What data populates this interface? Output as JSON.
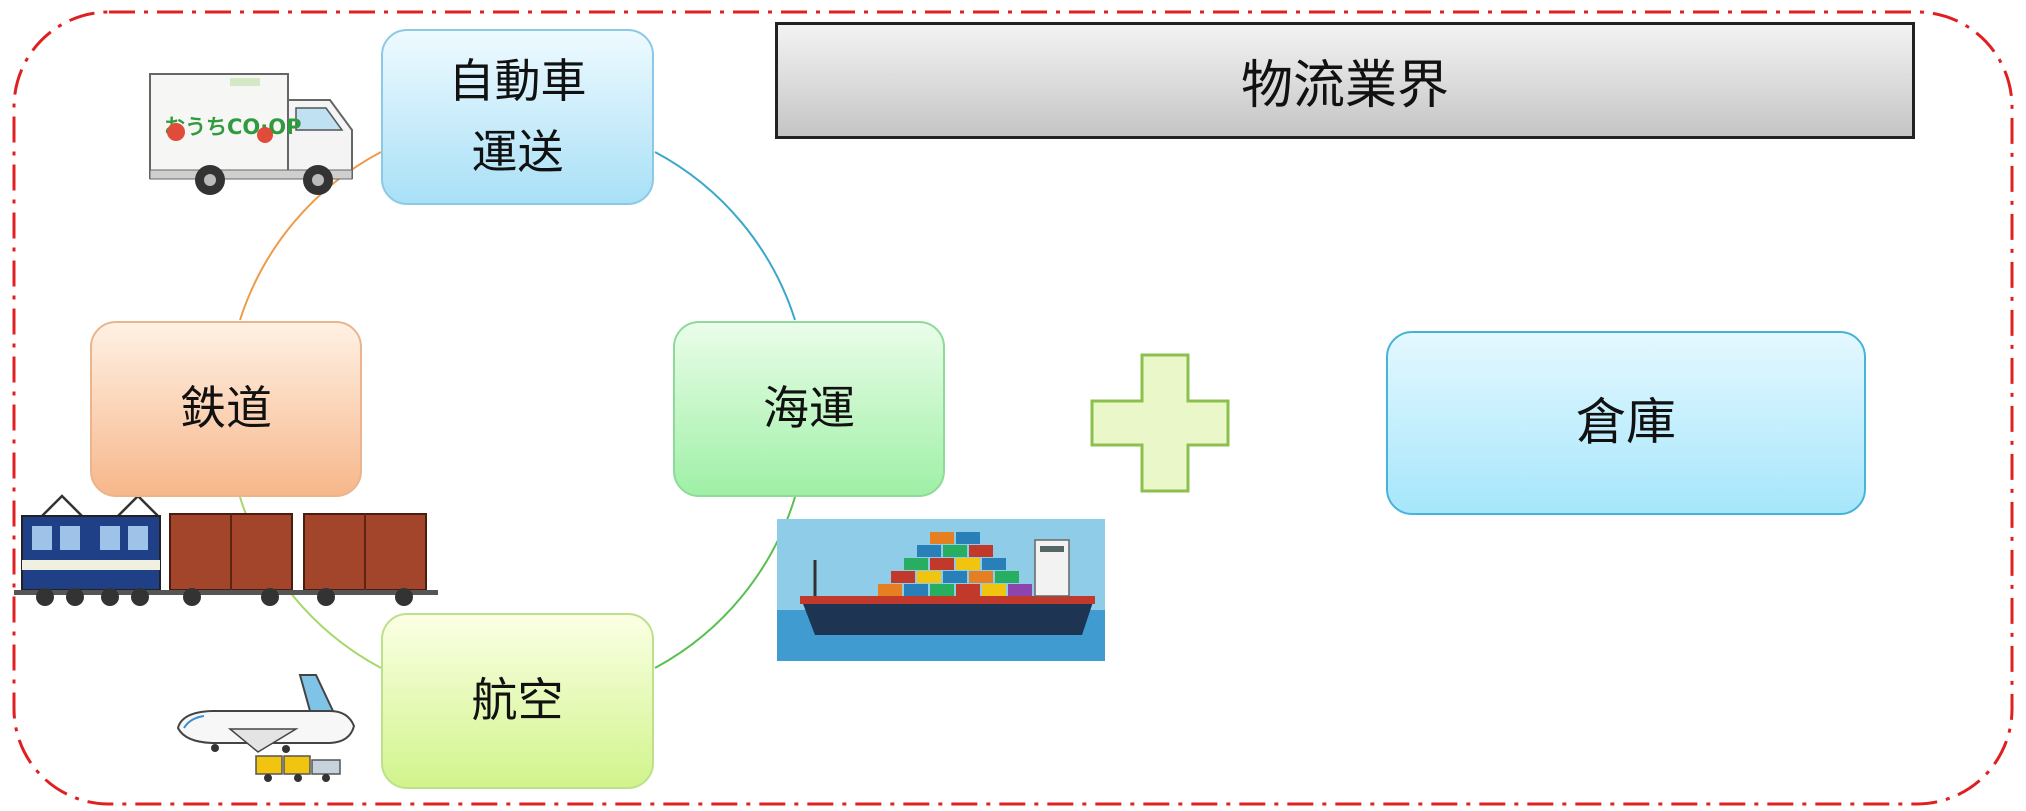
{
  "title": "物流業界",
  "modes": {
    "truck": [
      "自動車",
      "運送"
    ],
    "rail": "鉄道",
    "sea": "海運",
    "air": "航空"
  },
  "plus_symbol": "plus",
  "warehouse": "倉庫",
  "truck_logo": "おうちCO·OP",
  "colors": {
    "frame_dashdot": "#e02020",
    "truck_box": "#a9e0f7",
    "rail_box": "#f7b78b",
    "sea_box": "#9ff0a6",
    "air_box": "#d1f48c",
    "warehouse_box": "#a6e6fb",
    "plus_fill": "#eaf7c9",
    "plus_stroke": "#8cc04e",
    "arc_truck_sea": "#3aa7cc",
    "arc_sea_air": "#57c04f",
    "arc_air_rail": "#a4d86a",
    "arc_rail_truck": "#ef9a4a"
  },
  "icons": [
    "delivery-truck-icon",
    "electric-train-icon",
    "cargo-ship-icon",
    "airplane-icon"
  ]
}
